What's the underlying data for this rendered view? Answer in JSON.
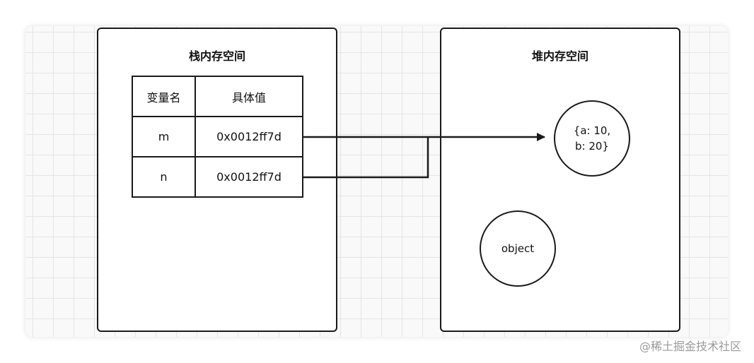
{
  "stack": {
    "title": "栈内存空间",
    "table": {
      "headers": [
        "变量名",
        "具体值"
      ],
      "rows": [
        {
          "name": "m",
          "value": "0x0012ff7d"
        },
        {
          "name": "n",
          "value": "0x0012ff7d"
        }
      ]
    }
  },
  "heap": {
    "title": "堆内存空间",
    "object_a": {
      "line1": "{a: 10,",
      "line2": "b: 20}"
    },
    "object_b": {
      "label": "object"
    }
  },
  "watermark": "@稀土掘金技术社区"
}
